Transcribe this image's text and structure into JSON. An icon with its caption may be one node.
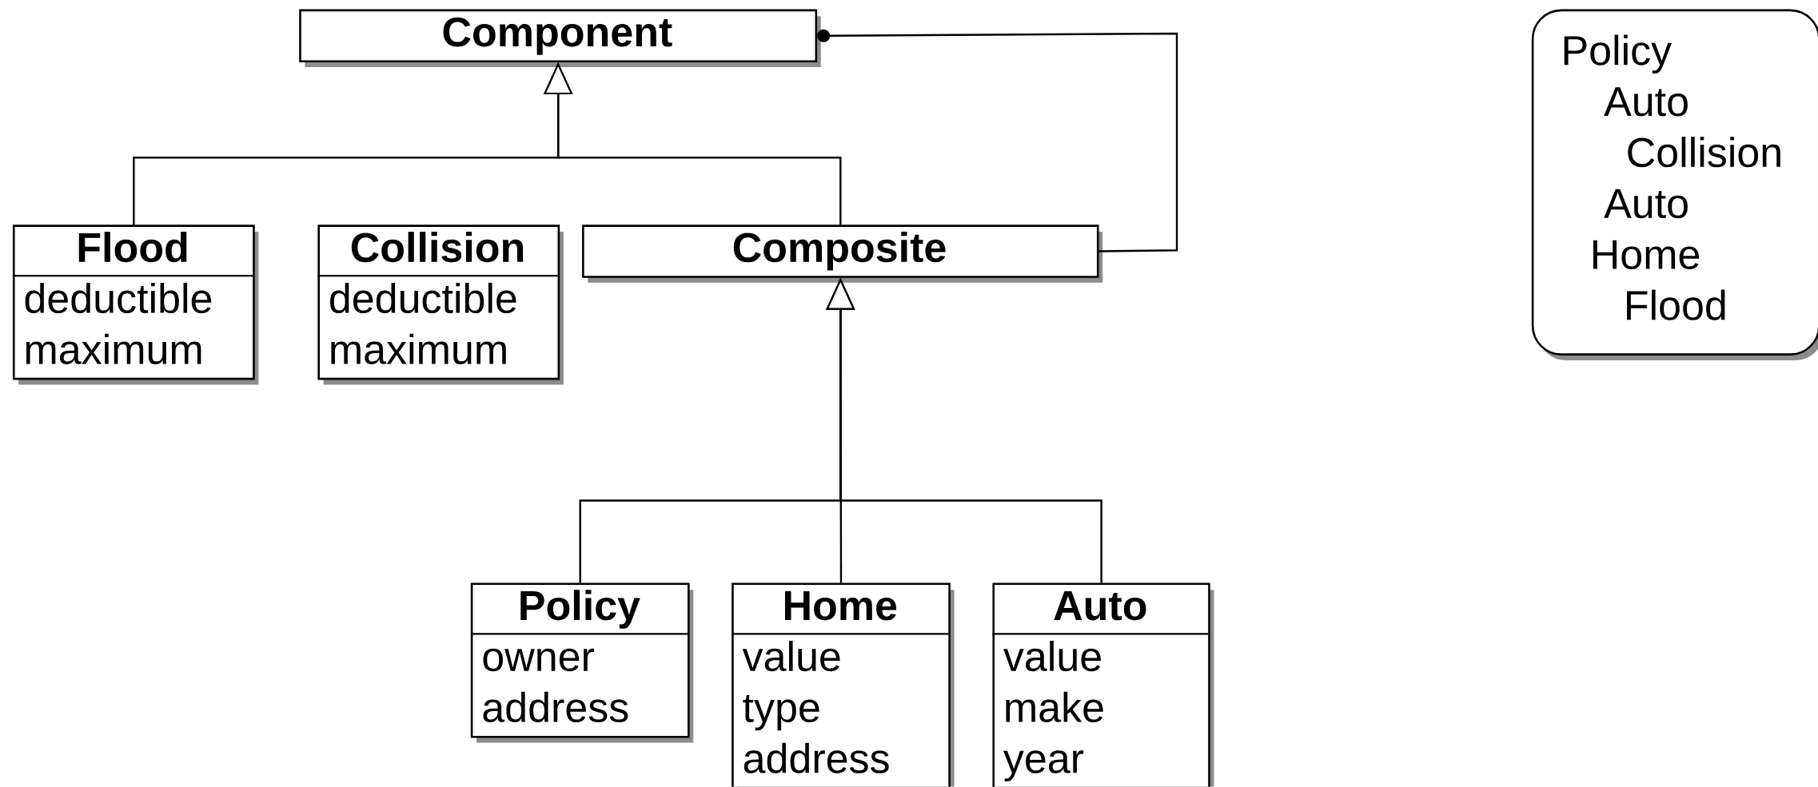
{
  "diagram": {
    "nodes": [
      {
        "text": [
          "Component"
        ]
      },
      {
        "text": [
          "Flood",
          "deductible",
          "maximum"
        ]
      },
      {
        "text": [
          "Collision",
          "deductible",
          "maximum"
        ]
      },
      {
        "text": [
          "Composite"
        ]
      },
      {
        "text": [
          "Policy",
          "owner",
          "address"
        ]
      },
      {
        "text": [
          "Home",
          "value",
          "type",
          "address"
        ]
      },
      {
        "text": [
          "Auto",
          "value",
          "make",
          "year"
        ]
      },
      {
        "text": [
          "Policy",
          "Auto",
          "Collision",
          "Auto",
          "Home",
          "Flood"
        ]
      }
    ],
    "edges": [
      {
        "from": 1,
        "to": 0,
        "arrow": "to"
      },
      {
        "from": 3,
        "to": 0,
        "arrow": "to"
      },
      {
        "from": 3,
        "to": 0,
        "arrow": "other"
      },
      {
        "from": 4,
        "to": 3,
        "arrow": "to"
      },
      {
        "from": 5,
        "to": 3,
        "arrow": "to"
      },
      {
        "from": 6,
        "to": 3,
        "arrow": "to"
      }
    ]
  }
}
